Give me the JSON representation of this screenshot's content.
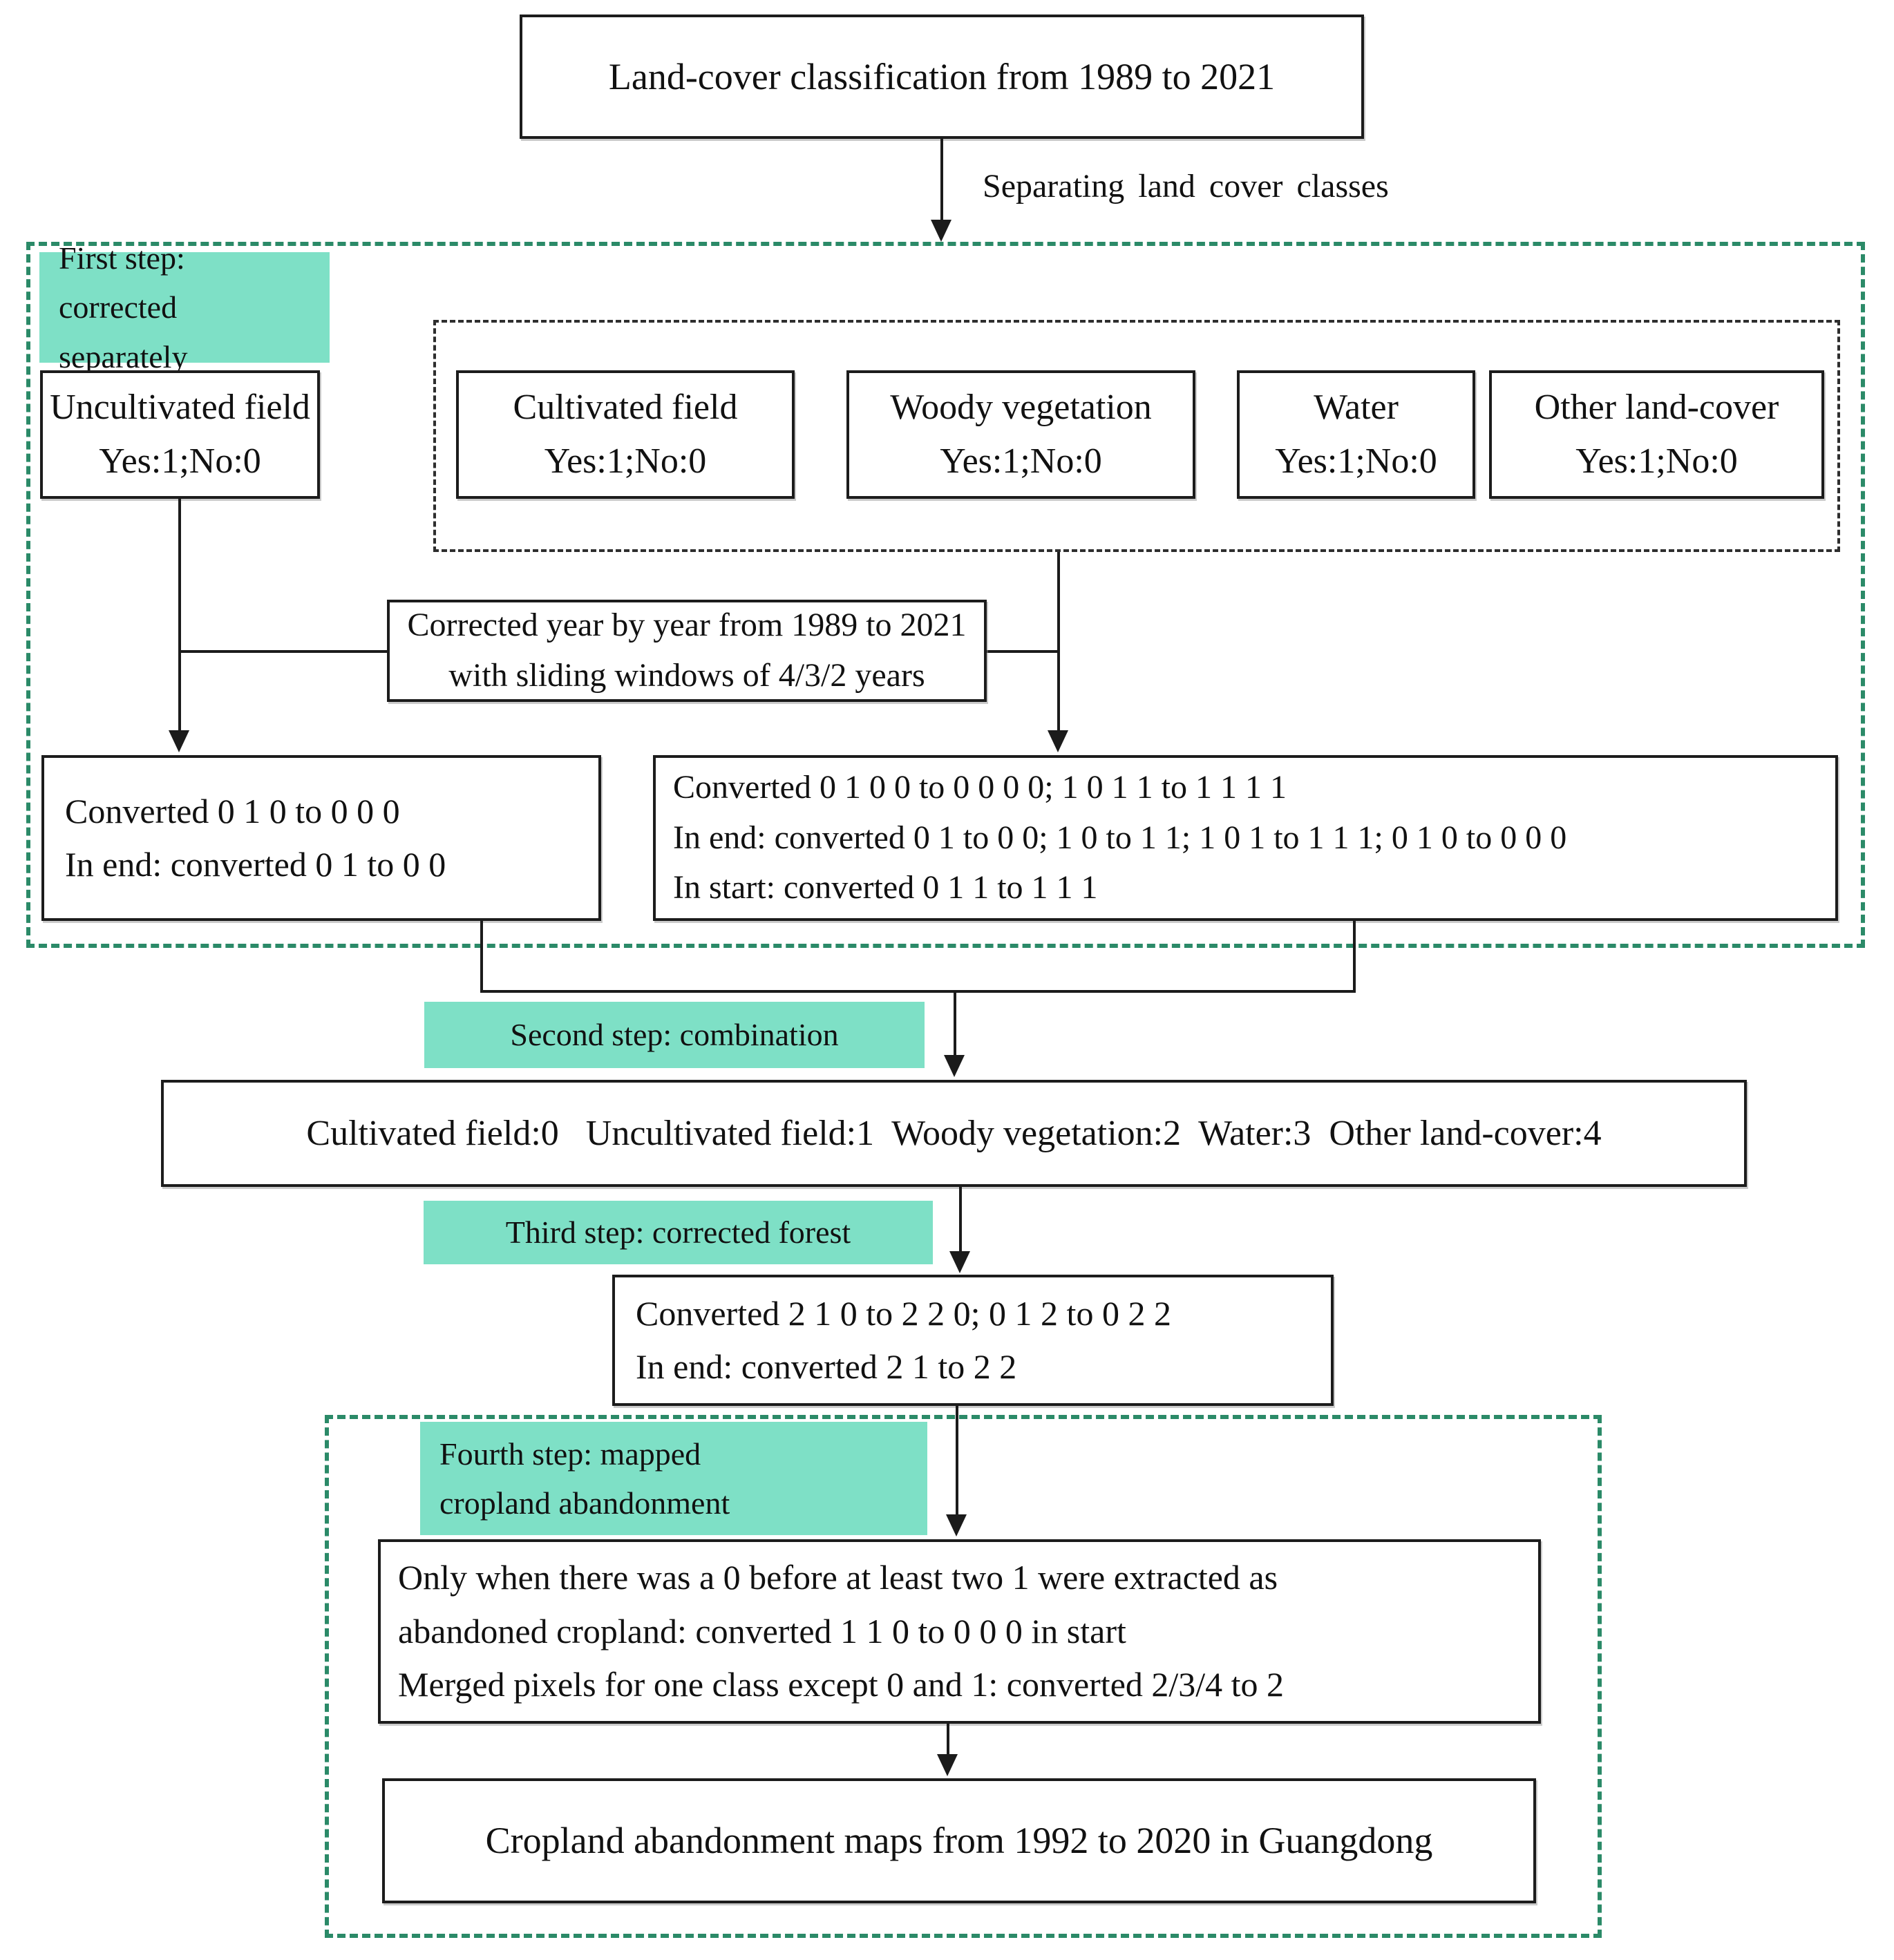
{
  "diagram": {
    "title_box": "Land-cover classification from 1989 to 2021",
    "arrow1_label": "Separating land cover classes",
    "step1": {
      "label_line1": "First step:",
      "label_line2": "corrected separately",
      "uncultivated": {
        "line1": "Uncultivated field",
        "line2": "Yes:1;No:0"
      },
      "classes": [
        {
          "line1": "Cultivated field",
          "line2": "Yes:1;No:0"
        },
        {
          "line1": "Woody vegetation",
          "line2": "Yes:1;No:0"
        },
        {
          "line1": "Water",
          "line2": "Yes:1;No:0"
        },
        {
          "line1": "Other land-cover",
          "line2": "Yes:1;No:0"
        }
      ],
      "corrected_year_line1": "Corrected year by year from 1989 to 2021",
      "corrected_year_line2": "with sliding windows of 4/3/2 years",
      "left_result_line1": "Converted 0 1 0 to 0 0 0",
      "left_result_line2": "In end: converted 0 1 to 0 0",
      "right_result_line1": "Converted 0 1 0 0 to 0 0 0 0; 1 0 1 1 to 1 1 1 1",
      "right_result_line2": "In end: converted 0 1 to 0 0; 1 0 to 1 1; 1 0 1 to 1 1 1; 0 1 0 to 0 0 0",
      "right_result_line3": "In start: converted 0 1 1 to 1 1 1"
    },
    "step2": {
      "label": "Second step: combination",
      "combination": "Cultivated field:0   Uncultivated field:1  Woody vegetation:2  Water:3  Other land-cover:4"
    },
    "step3": {
      "label": "Third step: corrected forest",
      "box_line1": "Converted 2 1 0 to 2 2 0; 0 1 2 to 0 2 2",
      "box_line2": "In end: converted 2 1 to 2 2"
    },
    "step4": {
      "label_line1": "Fourth step: mapped",
      "label_line2": "cropland abandonment",
      "box_line1": "Only when there was a 0 before at least two 1 were extracted as",
      "box_line2": "abandoned cropland: converted 1 1 0 to 0 0 0 in start",
      "box_line3": "Merged pixels for one class except 0 and 1: converted 2/3/4 to 2",
      "final_box": "Cropland abandonment maps from 1992 to 2020 in Guangdong"
    },
    "colors": {
      "accent_green": "#2b8a68",
      "mint_highlight": "#7ee0c6",
      "line": "#1b1b1b"
    }
  }
}
